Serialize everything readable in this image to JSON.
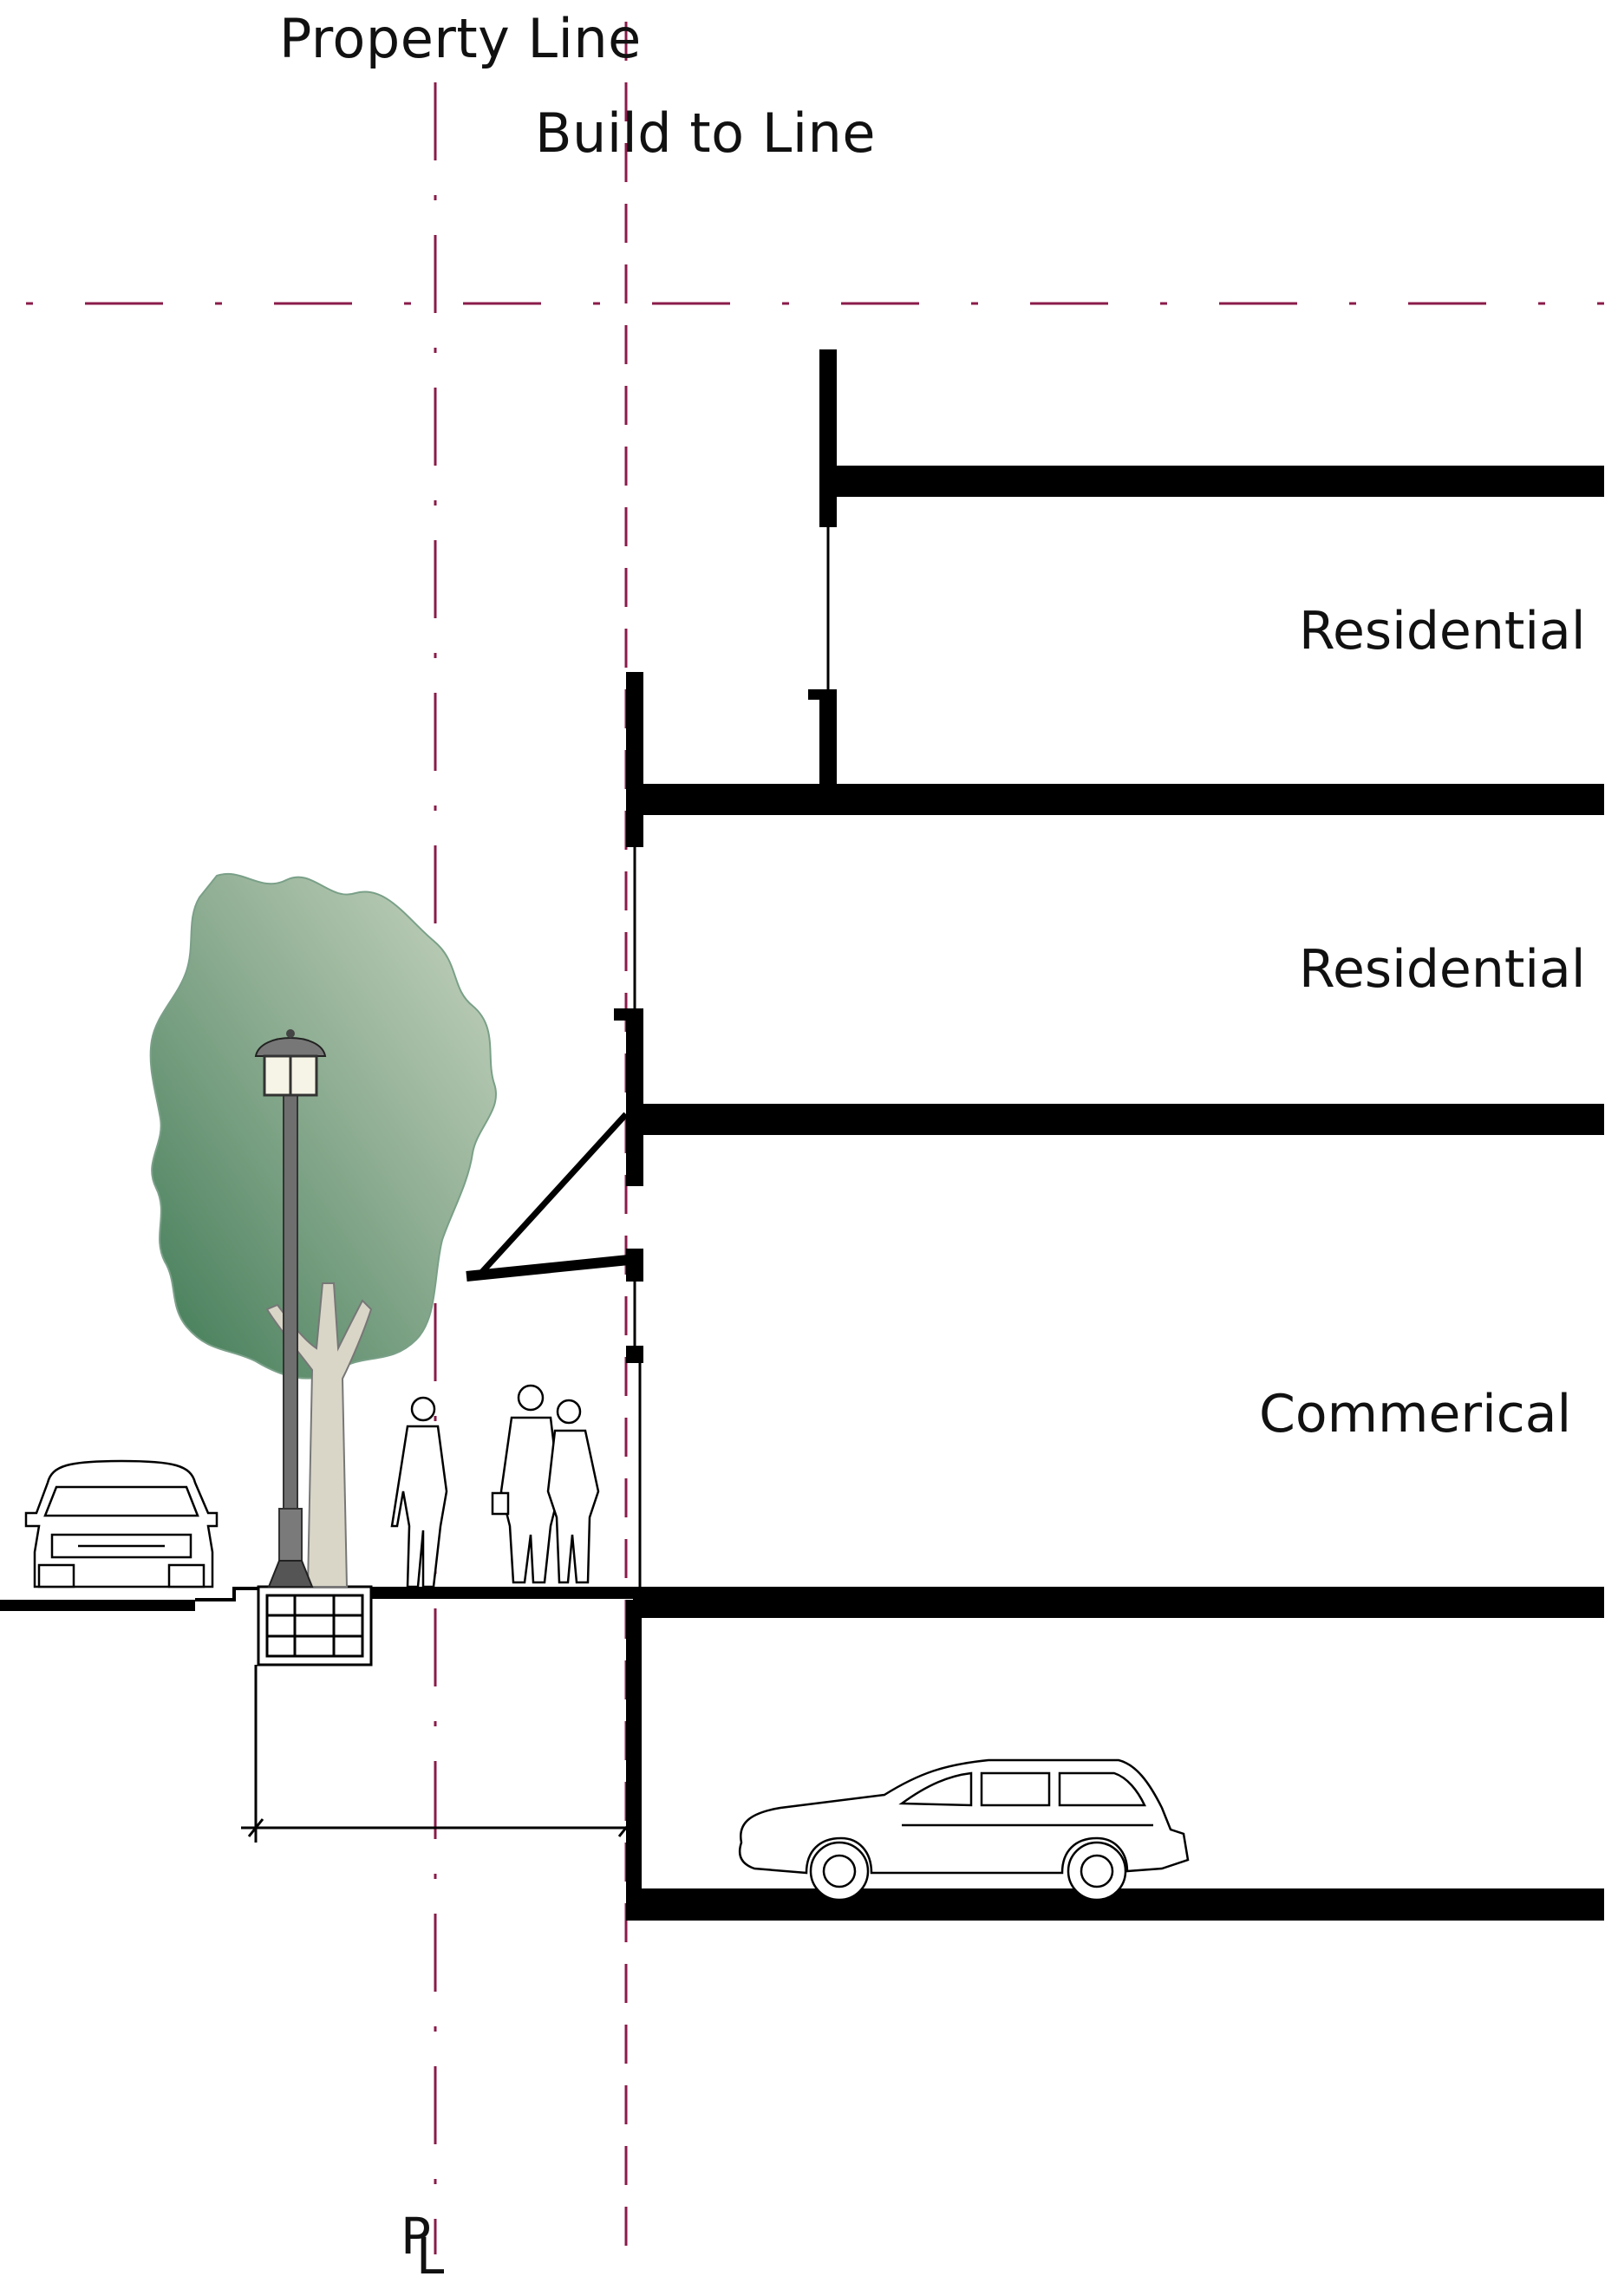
{
  "labels": {
    "property_line": "Property Line",
    "build_to_line": "Build to Line",
    "floor_upper": "Residential",
    "floor_middle": "Residential",
    "floor_ground": "Commerical",
    "pl_marker_p": "P",
    "pl_marker_l": "L"
  },
  "colors": {
    "guide_line": "#8a1b4a",
    "structure": "#000000",
    "tree_dark": "#3f7a55",
    "tree_light": "#c4d2bd",
    "trunk": "#d9d6c8",
    "lamp": "#777777"
  },
  "icons": [
    "tree-icon",
    "street-lamp-icon",
    "parked-suv-icon",
    "pedestrian-icon",
    "pedestrian-couple-icon",
    "garage-car-icon",
    "tree-grate-icon"
  ]
}
